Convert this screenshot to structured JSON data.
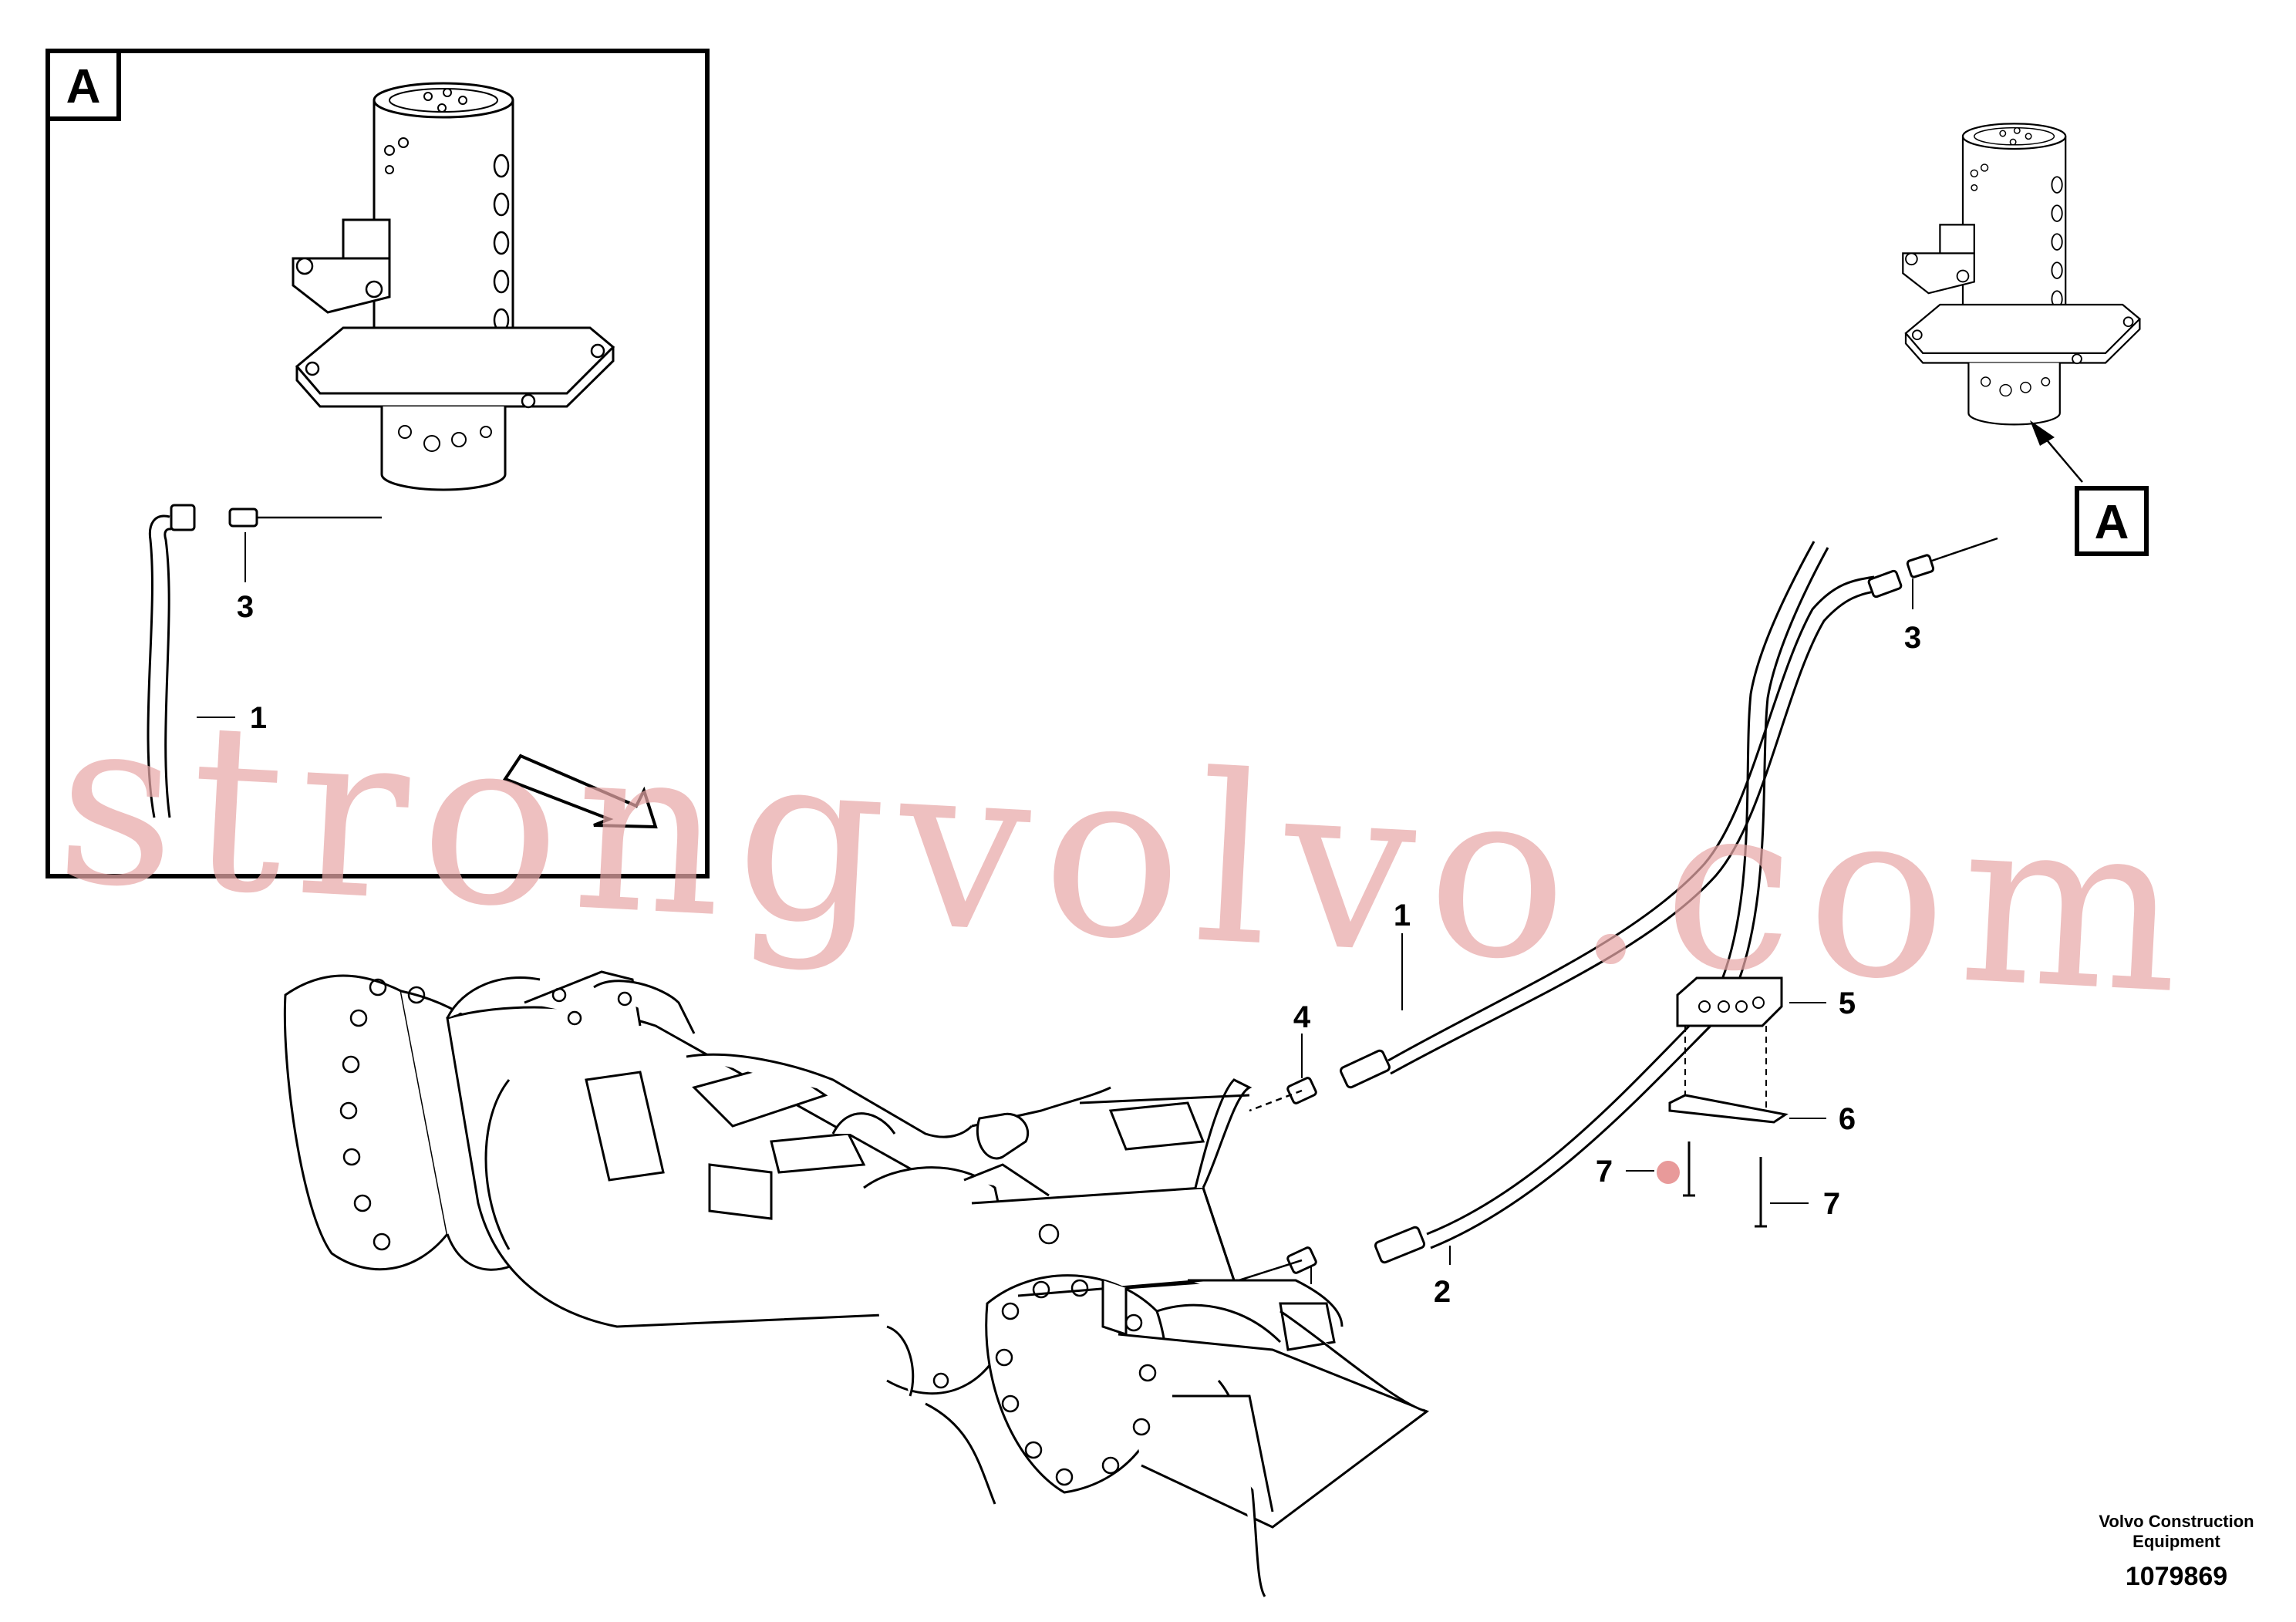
{
  "detail_view": {
    "label": "A"
  },
  "reference_label": "A",
  "callouts": {
    "inset_hose": "1",
    "inset_adapter": "3",
    "hose_upper": "1",
    "hose_lower": "2",
    "adapter_right": "3",
    "nipple_upper": "4",
    "nipple_lower": "4",
    "clamp": "5",
    "plate": "6",
    "screw_left": "7",
    "screw_right": "7"
  },
  "footer": {
    "company_line1": "Volvo Construction",
    "company_line2": "Equipment",
    "drawing_number": "1079869"
  },
  "watermark": "strongvolvo.com",
  "colors": {
    "line": "#000000",
    "watermark": "#e8a8a8",
    "marker": "#e89a9a"
  },
  "icons": {
    "direction_arrow": "hollow-arrow-down-right"
  }
}
